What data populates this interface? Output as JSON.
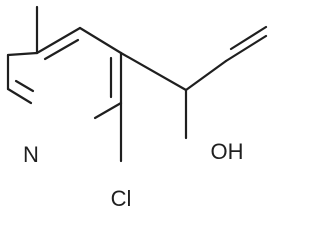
{
  "molecule": {
    "atoms": {
      "nitrogen": "N",
      "chlorine": "Cl",
      "hydroxyl": "OH"
    },
    "colors": {
      "bond": "#1f1f1f",
      "label": "#1f1f1f",
      "background": "#ffffff"
    }
  }
}
